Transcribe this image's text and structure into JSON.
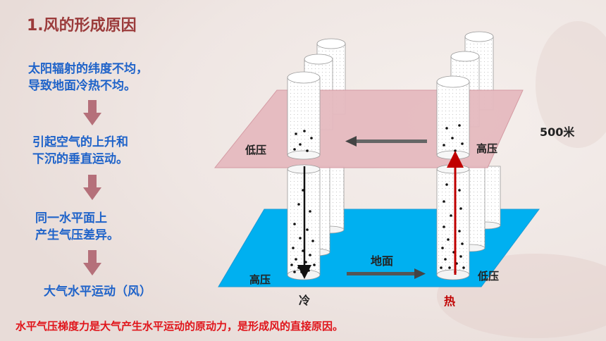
{
  "slide": {
    "title": "1.风的形成原因",
    "steps": [
      {
        "line1": "太阳辐射的纬度不均，",
        "line2": "导致地面冷热不均。"
      },
      {
        "line1": "引起空气的上升和",
        "line2": "下沉的垂直运动。"
      },
      {
        "line1": "同一水平面上",
        "line2": "产生气压差异。"
      },
      {
        "line1": "大气水平运动（风）",
        "line2": ""
      }
    ],
    "conclusion": "水平气压梯度力是大气产生水平运动的原动力，是形成风的直接原因。"
  },
  "diagram": {
    "height_label": "500米",
    "upper_left_label": "低压",
    "upper_right_label": "高压",
    "lower_left_label": "高压",
    "lower_right_label": "低压",
    "ground_label": "地面",
    "cold_label": "冷",
    "hot_label": "热",
    "colors": {
      "upper_plane": "#e5b9bf",
      "ground_plane": "#00b0f0",
      "step_text": "#1f63c9",
      "arrow_red": "#c00000",
      "title": "#9b3b3b",
      "conclusion": "#e0141a"
    }
  }
}
